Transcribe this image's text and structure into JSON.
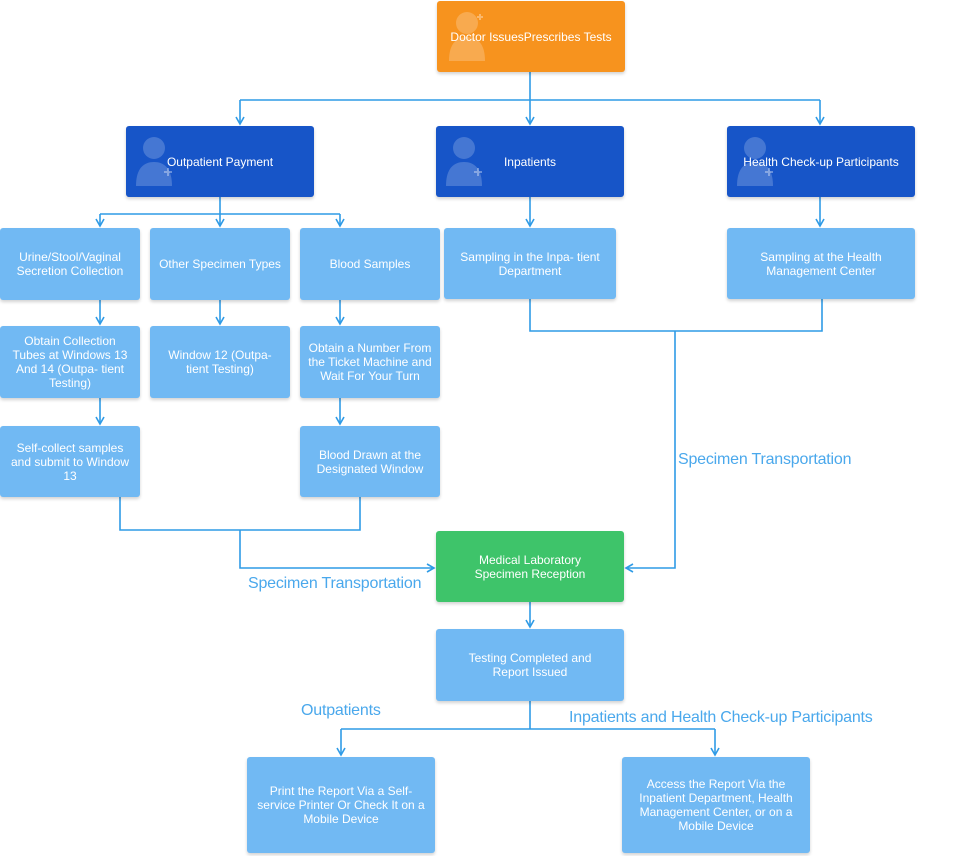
{
  "nodes": {
    "doctor": "Doctor IssuesPrescribes Tests",
    "outpatient_payment": "Outpatient Payment",
    "inpatients": "Inpatients",
    "health_checkup": "Health Check-up Participants",
    "urine": "Urine/Stool/Vaginal Secretion Collection",
    "other_specimen": "Other Specimen Types",
    "blood_samples": "Blood Samples",
    "sampling_inpatient": "Sampling in the Inpa- tient Department",
    "sampling_health": "Sampling at the Health Management Center",
    "collection_tubes": "Obtain Collection Tubes at Windows 13 And 14 (Outpa- tient Testing)",
    "window12": "Window 12 (Outpa- tient Testing)",
    "ticket": "Obtain a Number From the Ticket Machine and Wait For Your Turn",
    "self_collect": "Self-collect samples and submit to Window 13",
    "blood_drawn": "Blood Drawn at the Designated Window",
    "lab_reception": "Medical Laboratory Specimen Reception",
    "testing_completed": "Testing Completed and Report Issued",
    "print_report": "Print the Report Via a Self-service Printer Or Check It on a Mobile Device",
    "access_report": "Access the Report Via the Inpatient Department, Health Management Center, or on a Mobile Device"
  },
  "edge_labels": {
    "specimen_transport_right": "Specimen Transportation",
    "specimen_transport_left": "Specimen Transportation",
    "outpatients": "Outpatients",
    "inpatients_health": "Inpatients and Health Check-up Participants"
  },
  "colors": {
    "start": "#f7931e",
    "category": "#1755c8",
    "step": "#71b9f3",
    "reception": "#3ec46a",
    "connector": "#2f9be6",
    "label": "#4aa8ec"
  }
}
